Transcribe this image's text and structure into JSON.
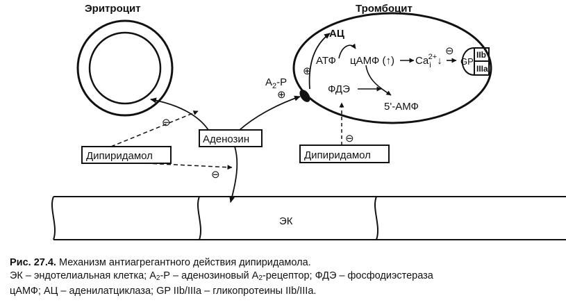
{
  "titles": {
    "erythrocyte": "Эритроцит",
    "platelet": "Тромбоцит"
  },
  "boxes": {
    "adenosine": "Аденозин",
    "dipyridamole_left": "Дипиридамол",
    "dipyridamole_right": "Дипиридамол"
  },
  "platelet": {
    "ac": "АЦ",
    "atp": "АТФ",
    "camp": "цАМФ (↑)",
    "ca_base": "Ca",
    "ca_sup": "2+",
    "ca_sub": "i",
    "ca_arrow": "↓",
    "gp": "GP",
    "gp_top": "IIb",
    "gp_bottom": "IIIa",
    "pde": "ФДЭ",
    "amp5": "5'-АМФ"
  },
  "receptor": {
    "base": "A",
    "sub": "2",
    "suffix": "-P"
  },
  "signs": {
    "plus": "⊕",
    "minus": "⊖"
  },
  "cells": {
    "ek": "ЭК"
  },
  "caption": {
    "fig": "Рис. 27.4.",
    "title": " Механизм антиагрегантного действия дипиридамола.",
    "line2_a": "ЭК – эндотелиальная клетка; А",
    "line2_sub": "2",
    "line2_b": "-Р – аденозиновый А",
    "line2_sub2": "2",
    "line2_c": "-рецептор; ФДЭ – фосфодиэстераза",
    "line3": "цАМФ; АЦ – аденилатциклаза; GP IIb/IIIa – гликопротеины IIb/IIIa."
  }
}
